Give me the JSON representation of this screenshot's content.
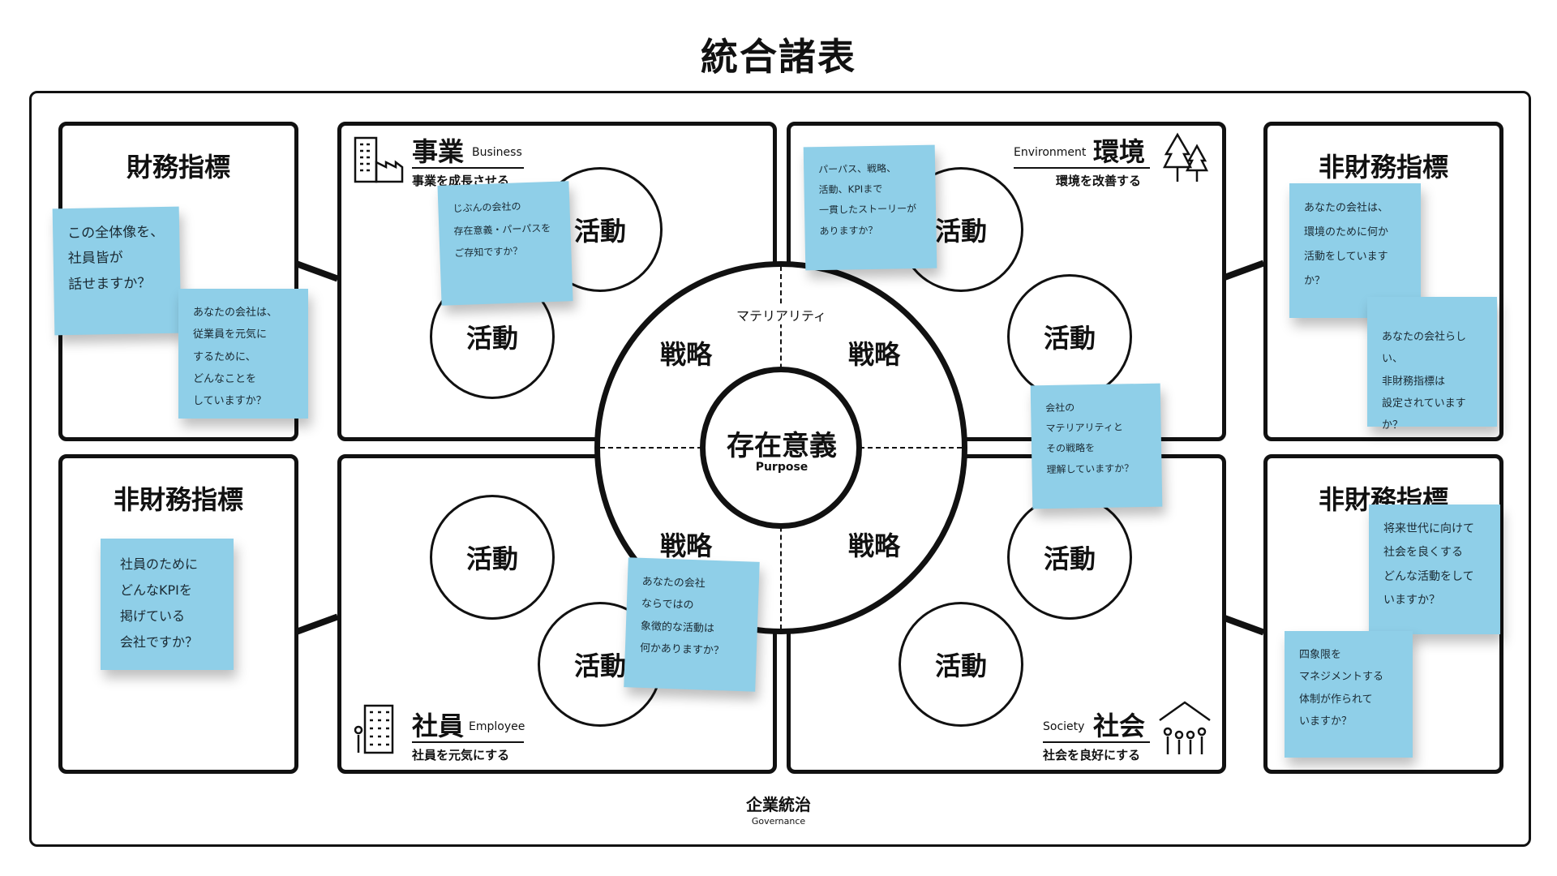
{
  "title": "統合諸表",
  "governance": {
    "label": "企業統治",
    "sub": "Governance"
  },
  "boxes": {
    "financial": "財務指標",
    "nonfin_left": "非財務指標",
    "nonfin_right_top": "非財務指標",
    "nonfin_right_bottom": "非財務指標"
  },
  "sections": {
    "business": {
      "title": "事業",
      "en": "Business",
      "sub": "事業を成長させる"
    },
    "environment": {
      "title": "環境",
      "en": "Environment",
      "sub": "環境を改善する"
    },
    "employee": {
      "title": "社員",
      "en": "Employee",
      "sub": "社員を元気にする"
    },
    "society": {
      "title": "社会",
      "en": "Society",
      "sub": "社会を良好にする"
    }
  },
  "activity": "活動",
  "strategy": "戦略",
  "materiality": "マテリアリティ",
  "purpose": {
    "title": "存在意義",
    "sub": "Purpose"
  },
  "notes": [
    "この全体像を、\n社員皆が\n話せますか？",
    "あなたの会社は、\n従業員を元気に\nするために、\nどんなことを\nしていますか？",
    "じぶんの会社の\n存在意義・パーパスを\nご存知ですか？",
    "パーパス、戦略、\n活動、KPIまで\n一貫したストーリーが\nありますか？",
    "あなたの会社は、\n環境のために何か\n活動をしていますか？",
    "あなたの会社らしい、\n非財務指標は\n設定されていますか？",
    "会社の\nマテリアリティと\nその戦略を\n理解していますか？",
    "社員のために\nどんなKPIを\n掲げている\n会社ですか？",
    "あなたの会社\nならではの\n象徴的な活動は\n何かありますか？",
    "将来世代に向けて\n社会を良くする\nどんな活動をして\nいますか？",
    "四象限を\nマネジメントする\n体制が作られて\nいますか？"
  ],
  "colors": {
    "sticky_note": "#8fcfe8",
    "ink": "#111111"
  },
  "icons": [
    "building-icon",
    "forest-icon",
    "office-building-icon",
    "community-icon"
  ]
}
